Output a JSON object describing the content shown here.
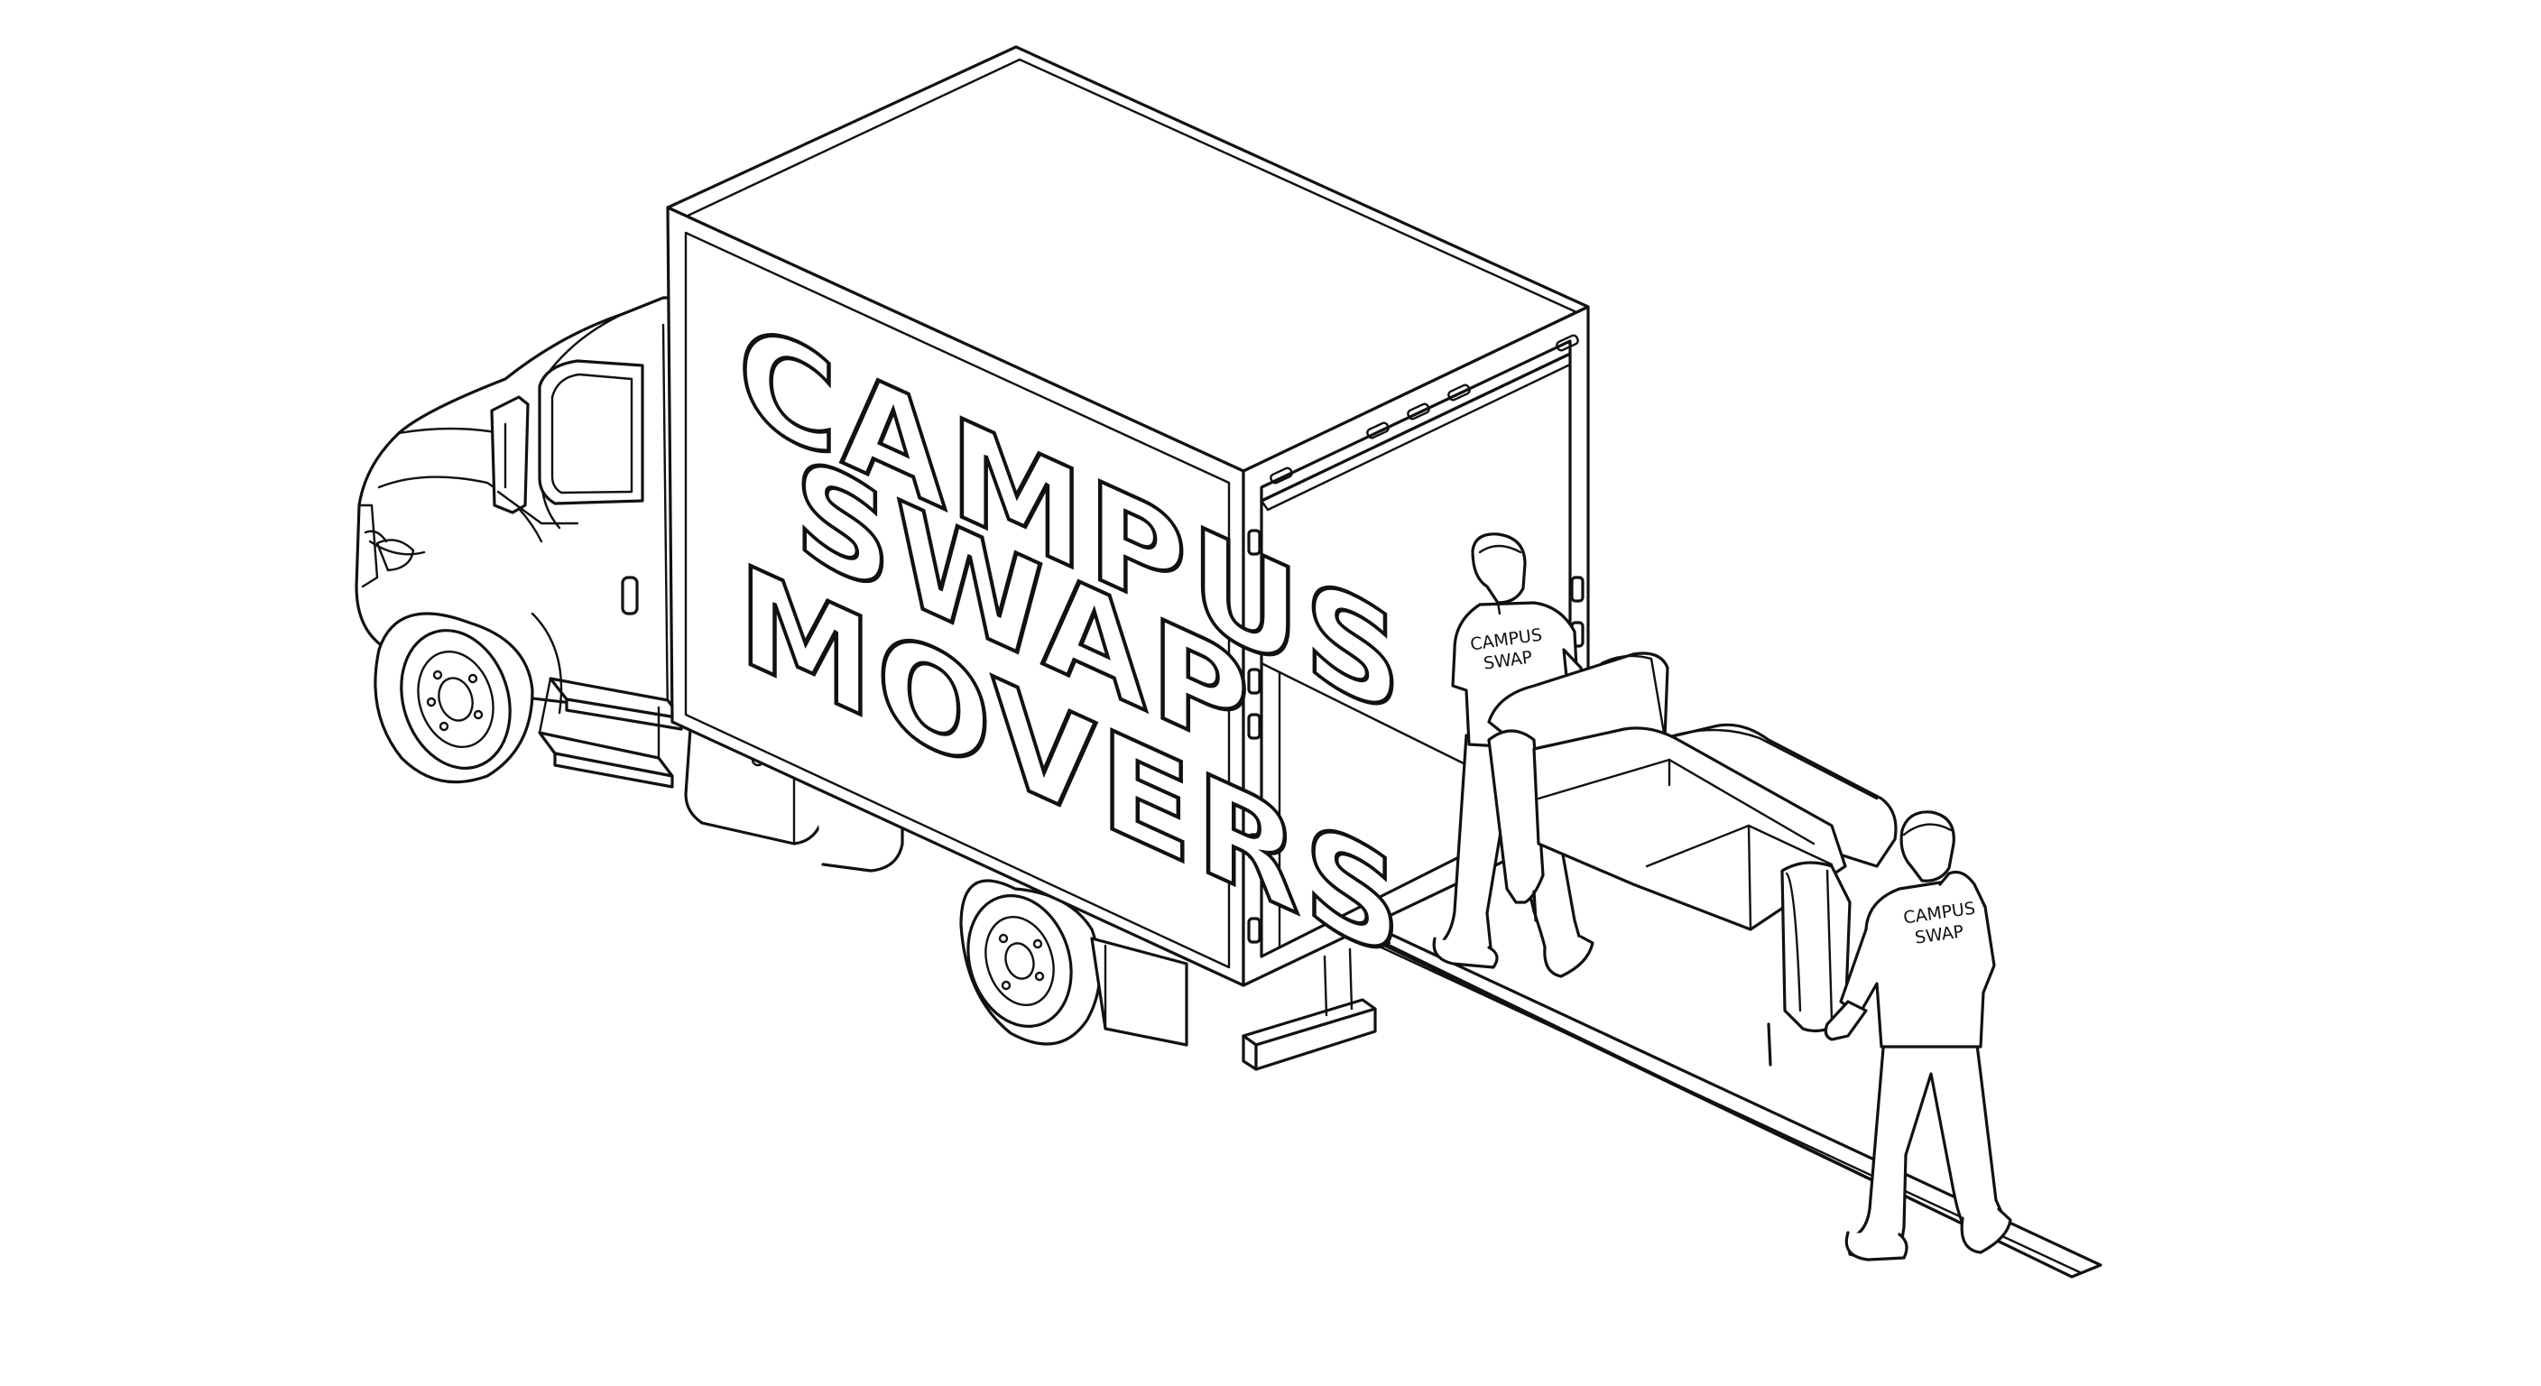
{
  "truck": {
    "sign_line_1": "CAMPUS",
    "sign_line_2": "SWAP",
    "sign_line_3": "MOVERS"
  },
  "mover_back": {
    "shirt_line_1": "CAMPUS",
    "shirt_line_2": "SWAP"
  },
  "mover_front": {
    "shirt_line_1": "CAMPUS",
    "shirt_line_2": "SWAP"
  },
  "colors": {
    "line": "#111111",
    "background": "#ffffff"
  }
}
